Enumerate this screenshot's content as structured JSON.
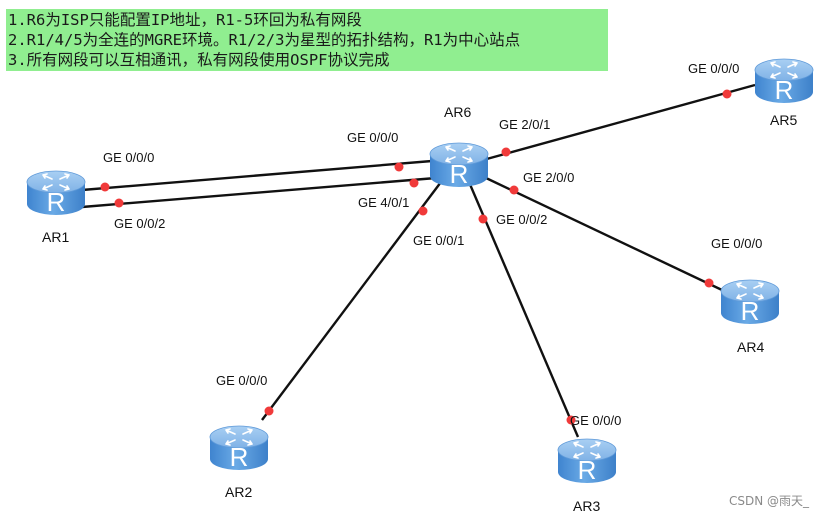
{
  "notes": [
    "1.R6为ISP只能配置IP地址，R1-5环回为私有网段",
    "2.R1/4/5为全连的MGRE环境。R1/2/3为星型的拓扑结构，R1为中心站点",
    "3.所有网段可以互相通讯，私有网段使用OSPF协议完成"
  ],
  "routers": [
    {
      "id": "AR1",
      "name": "AR1",
      "icon": "router-icon"
    },
    {
      "id": "AR2",
      "name": "AR2",
      "icon": "router-icon"
    },
    {
      "id": "AR3",
      "name": "AR3",
      "icon": "router-icon"
    },
    {
      "id": "AR4",
      "name": "AR4",
      "icon": "router-icon"
    },
    {
      "id": "AR5",
      "name": "AR5",
      "icon": "router-icon"
    },
    {
      "id": "AR6",
      "name": "AR6",
      "icon": "router-icon"
    }
  ],
  "links": [
    {
      "a": "AR1",
      "a_port": "GE 0/0/0",
      "b": "AR6",
      "b_port": "GE 0/0/0"
    },
    {
      "a": "AR1",
      "a_port": "GE 0/0/2",
      "b": "AR6",
      "b_port": "GE 4/0/1"
    },
    {
      "a": "AR2",
      "a_port": "GE 0/0/0",
      "b": "AR6",
      "b_port": "GE 0/0/1"
    },
    {
      "a": "AR3",
      "a_port": "GE 0/0/0",
      "b": "AR6",
      "b_port": "GE 0/0/2"
    },
    {
      "a": "AR4",
      "a_port": "GE 0/0/0",
      "b": "AR6",
      "b_port": "GE 2/0/0"
    },
    {
      "a": "AR5",
      "a_port": "GE 0/0/0",
      "b": "AR6",
      "b_port": "GE 2/0/1"
    }
  ],
  "colors": {
    "note_bg": "#90ee90",
    "router_top": "#8cbcec",
    "router_body": "#4a8fd6",
    "link": "#111111",
    "port_dot": "#f03a3a"
  },
  "router_letter": "R",
  "watermark": "CSDN @雨天_"
}
